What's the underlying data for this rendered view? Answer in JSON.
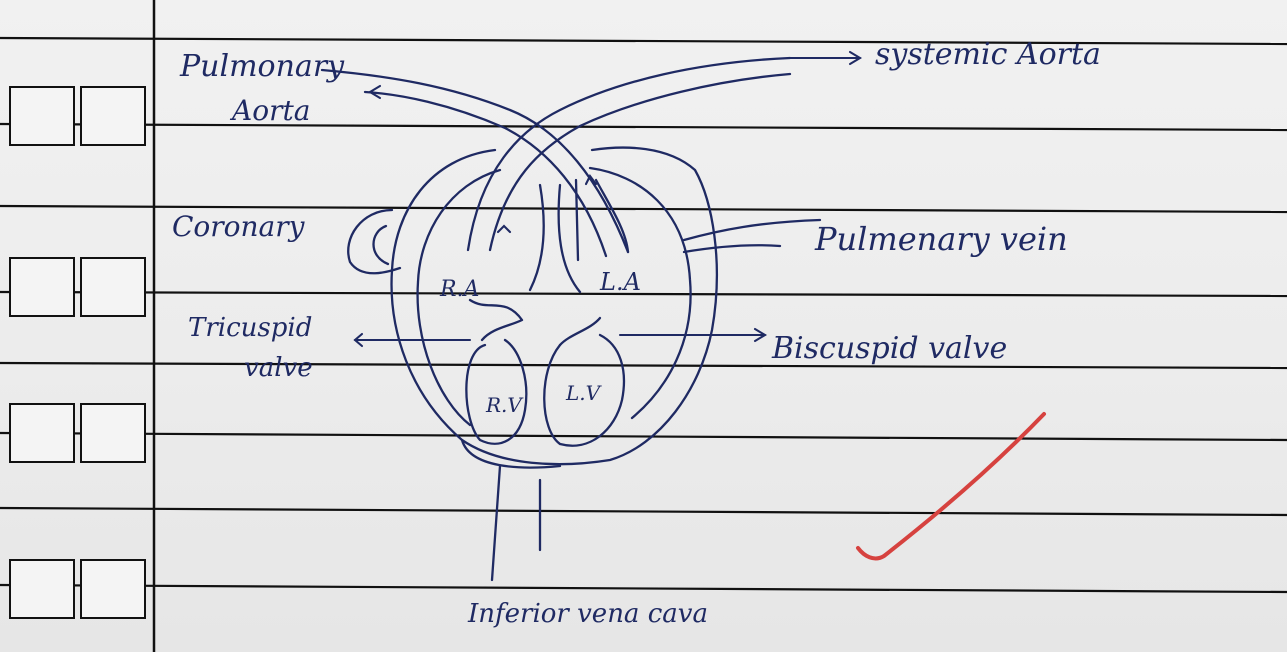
{
  "sheet": {
    "ink_color": "#1f2a63",
    "rule_color": "#111111",
    "checkmark_color": "#d6423f",
    "margin_boxes": 4,
    "has_checkmark": true
  },
  "diagram": {
    "labels": {
      "pulmonary_aorta": [
        "Pulmonary",
        "Aorta"
      ],
      "systemic_aorta": "systemic Aorta",
      "coronary": "Coronary",
      "pulmonary_vein": "Pulmenary vein",
      "tricuspid": [
        "Tricuspid",
        "valve"
      ],
      "bicuspid": "Biscuspid valve",
      "inferior_vena_cava": "Inferior vena cava",
      "ra": "R.A",
      "la": "L.A",
      "rv": "R.V",
      "lv": "L.V"
    }
  }
}
